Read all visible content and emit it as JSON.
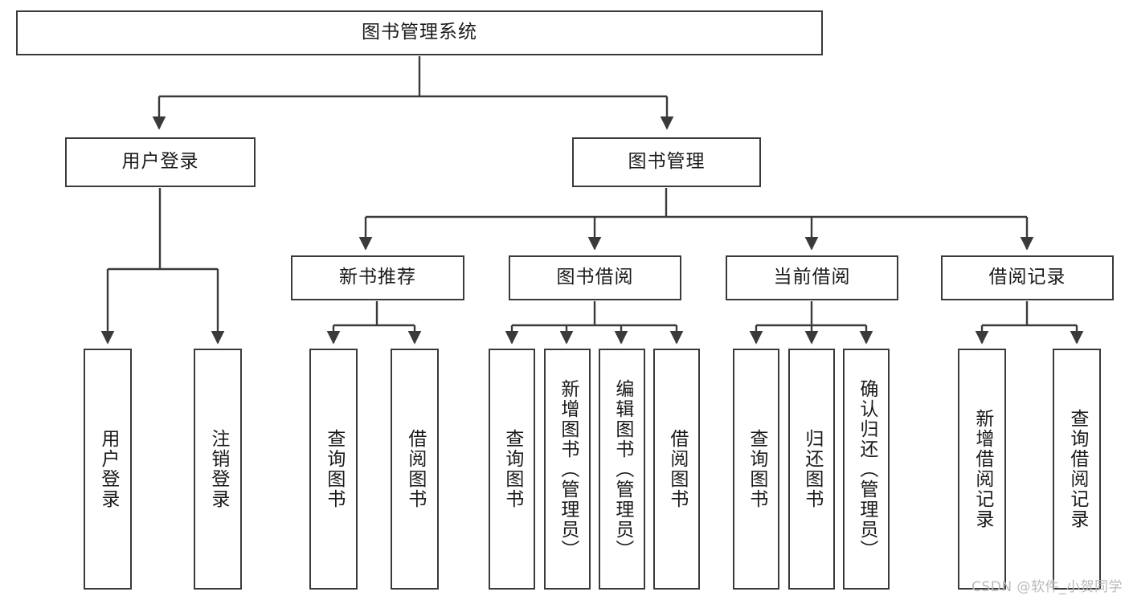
{
  "diagram": {
    "title": "图书管理系统",
    "type": "functional-structure-tree",
    "root": {
      "label": "图书管理系统"
    },
    "level2": [
      {
        "label": "用户登录"
      },
      {
        "label": "图书管理"
      }
    ],
    "level3": [
      {
        "label": "新书推荐"
      },
      {
        "label": "图书借阅"
      },
      {
        "label": "当前借阅"
      },
      {
        "label": "借阅记录"
      }
    ],
    "leaves": {
      "user_login": [
        {
          "label": "用户登录"
        },
        {
          "label": "注销登录"
        }
      ],
      "new_book_recommend": [
        {
          "label": "查询图书"
        },
        {
          "label": "借阅图书"
        }
      ],
      "book_borrow": [
        {
          "label": "查询图书"
        },
        {
          "label": "新增图书（管理员）"
        },
        {
          "label": "编辑图书（管理员）"
        },
        {
          "label": "借阅图书"
        }
      ],
      "current_borrow": [
        {
          "label": "查询图书"
        },
        {
          "label": "归还图书"
        },
        {
          "label": "确认归还（管理员）"
        }
      ],
      "borrow_record": [
        {
          "label": "新增借阅记录"
        },
        {
          "label": "查询借阅记录"
        }
      ]
    }
  },
  "colors": {
    "border": "#3a3a3a",
    "edge": "#3a3a3a",
    "background": "#ffffff",
    "text": "#1a1a1a",
    "watermark": "#b9b9b9"
  },
  "watermark": {
    "text": "CSDN @软件_小贺同学"
  }
}
